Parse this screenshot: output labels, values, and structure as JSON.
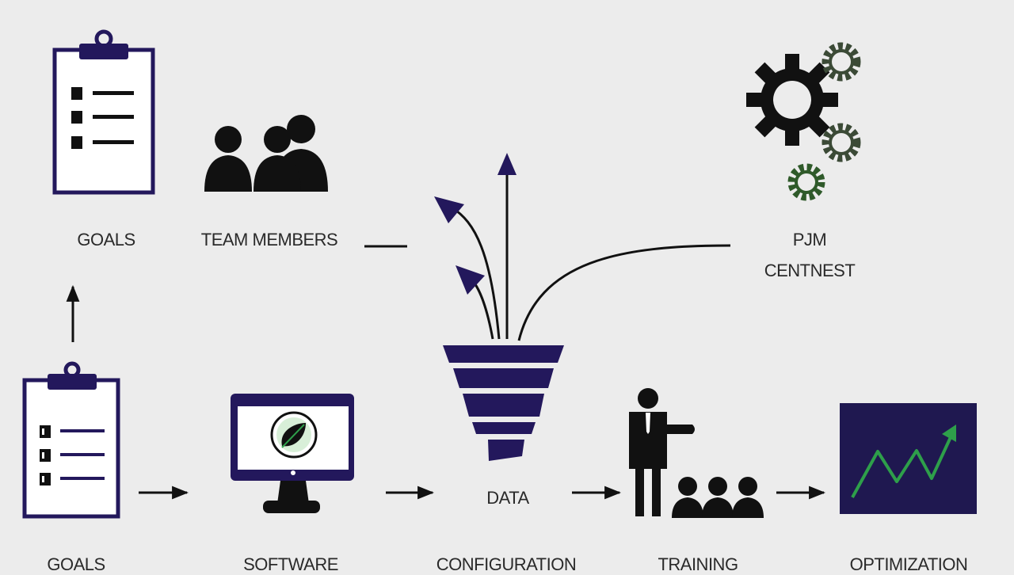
{
  "colors": {
    "navy": "#23185c",
    "black": "#111111",
    "green": "#2e9f4a",
    "gear_outline": "#3b4a36",
    "background": "#ececec"
  },
  "top_row": {
    "goals_label": "GOALS",
    "team_label": "TEAM MEMBERS",
    "gears_label_line1": "PJM",
    "gears_label_line2": "CENTNEST"
  },
  "center": {
    "data_label": "DATA"
  },
  "bottom_row": {
    "goals_label": "GOALS",
    "software_label": "SOFTWARE",
    "configuration_label": "CONFIGURATION",
    "training_label": "TRAINING",
    "optimization_label": "OPTIMIZATION"
  },
  "icons": {
    "top_goals": "clipboard-icon",
    "team": "team-members-icon",
    "gears": "gears-icon",
    "funnel": "funnel-icon",
    "bottom_goals": "clipboard-icon",
    "software": "monitor-icon",
    "training": "trainer-icon",
    "optimization": "growth-chart-icon"
  }
}
